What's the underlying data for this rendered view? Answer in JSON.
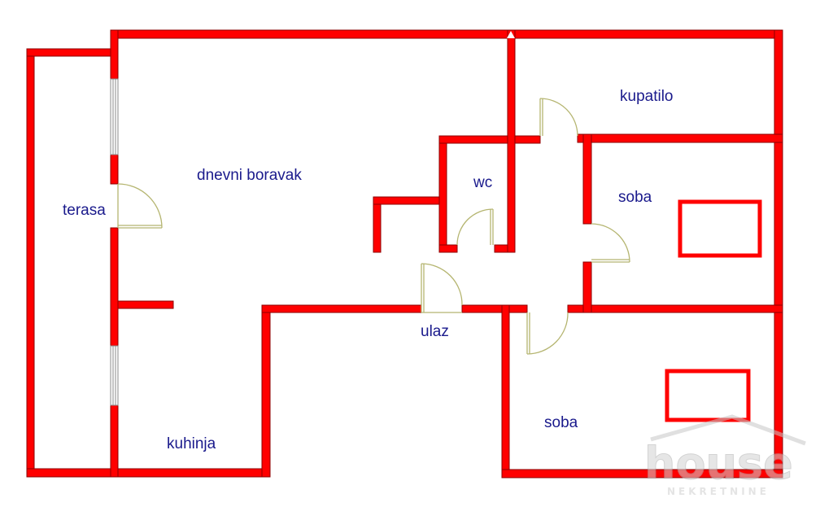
{
  "rooms": {
    "terasa": "terasa",
    "dnevni_boravak": "dnevni boravak",
    "kupatilo": "kupatilo",
    "wc": "wc",
    "soba_upper": "soba",
    "soba_lower": "soba",
    "ulaz": "ulaz",
    "kuhinja": "kuhinja"
  },
  "watermark": {
    "brand": "house",
    "tagline": "NEKRETNINE"
  },
  "colors": {
    "wall": "#ff0000",
    "wall_outline": "#8b0000",
    "label": "#1a1a8c",
    "door": "#c8c890"
  }
}
